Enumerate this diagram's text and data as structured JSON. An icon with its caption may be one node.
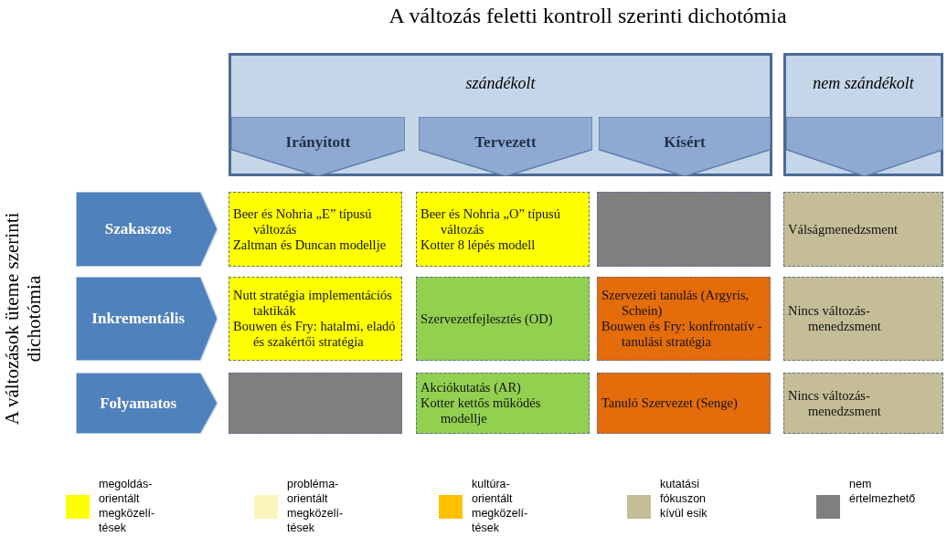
{
  "diagram": {
    "title": "A változás feletti kontroll szerinti dichotómia",
    "nodes": [
      {
        "text": [
          "szándékolt"
        ]
      },
      {
        "text": [
          "Irányított"
        ],
        "in": 0
      },
      {
        "text": [
          "Tervezett"
        ],
        "in": 0
      },
      {
        "text": [
          "Kísért"
        ],
        "in": 0
      },
      {
        "text": [
          "nem szándékolt"
        ]
      },
      {
        "text": [],
        "shape": "chevron",
        "in": 4
      },
      {
        "text": [
          "Szakaszos"
        ]
      },
      {
        "text": [
          "Inkrementális"
        ]
      },
      {
        "text": [
          "Folyamatos"
        ]
      },
      {
        "text": [
          "Beer és Nohria „E” típusú változás",
          "Zaltman és Duncan modellje"
        ]
      },
      {
        "text": [
          "Beer és Nohria „O” típusú változás",
          "Kotter 8 lépés modell"
        ]
      },
      {
        "text": [],
        "shape": "box"
      },
      {
        "text": [
          "Válságmenedzsment"
        ]
      },
      {
        "text": [
          "Nutt stratégia implementációs taktikák",
          "Bouwen és Fry: hatalmi, eladó és szakértői stratégia"
        ]
      },
      {
        "text": [
          "Szervezetfejlesztés  (OD)"
        ]
      },
      {
        "text": [
          "Szervezeti tanulás (Argyris, Schein)",
          "Bouwen és Fry: konfrontatív -tanulási stratégia"
        ]
      },
      {
        "text": [
          "Nincs változás- menedzsment"
        ]
      },
      {
        "text": [],
        "shape": "box"
      },
      {
        "text": [
          "Akciókutatás (AR)",
          "Kotter kettős működés modellje"
        ]
      },
      {
        "text": [
          "Tanuló Szervezet  (Senge)"
        ]
      },
      {
        "text": [
          "Nincs változás- menedzsment"
        ]
      }
    ],
    "labels": [
      "A változások üteme szerinti dichotómia"
    ],
    "legend": [
      {
        "text": "megoldás-orientált megközelí-tések",
        "color": "#ffff00"
      },
      {
        "text": "probléma-orientált megközelí-tések",
        "color": "#fbf5bd"
      },
      {
        "text": "kultúra-orientált megközelí-tések",
        "color": "#ffc000"
      },
      {
        "text": "kutatási fókuszon kívül esik",
        "color": "#c4bd97"
      },
      {
        "text": "nem értelmezhető",
        "color": "#7f7f7f"
      }
    ]
  }
}
